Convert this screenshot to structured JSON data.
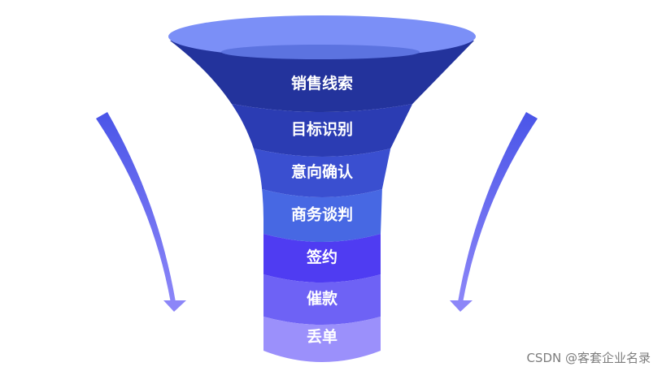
{
  "funnel": {
    "stages": [
      {
        "label": "销售线索",
        "color": "#23339c"
      },
      {
        "label": "目标识别",
        "color": "#2b3cb3"
      },
      {
        "label": "意向确认",
        "color": "#3a4fd0"
      },
      {
        "label": "商务谈判",
        "color": "#4768e3"
      },
      {
        "label": "签约",
        "color": "#4f3cf2"
      },
      {
        "label": "催款",
        "color": "#6e62f5"
      },
      {
        "label": "丢单",
        "color": "#9b90fb"
      }
    ],
    "rim_color": "#7b8ff7",
    "rim_inner_color": "#5c73e0"
  },
  "arrow_color": "#5a61ec",
  "watermark": "CSDN @客套企业名录"
}
